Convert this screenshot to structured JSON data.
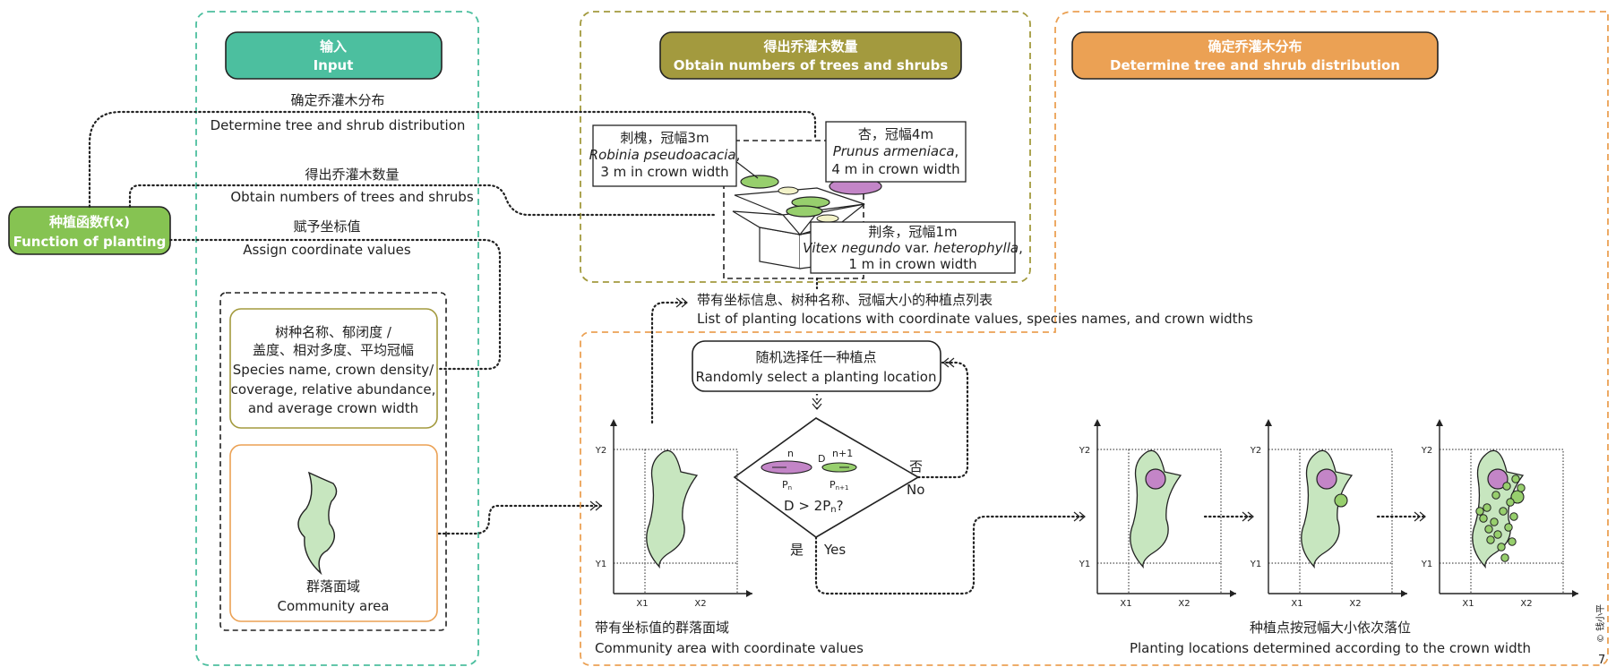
{
  "colors": {
    "input_frame": "#4cbf9f",
    "trees_frame": "#a39a3e",
    "dist_frame": "#eba154",
    "func_green": "#86c352",
    "area_fill": "#c7e6bf",
    "pink": "#c385c7",
    "green_circle": "#97cf6d"
  },
  "input_header": {
    "zh": "输入",
    "en": "Input"
  },
  "trees_header": {
    "zh": "得出乔灌木数量",
    "en": "Obtain numbers of trees and shrubs"
  },
  "dist_header": {
    "zh": "确定乔灌木分布",
    "en": "Determine tree and shrub distribution"
  },
  "function_box": {
    "zh": "种植函数f(x)",
    "en": "Function of planting"
  },
  "arrow_labels": {
    "determine_zh": "确定乔灌木分布",
    "determine_en": "Determine tree and shrub distribution",
    "obtain_zh": "得出乔灌木数量",
    "obtain_en": "Obtain numbers of trees and shrubs",
    "assign_zh": "赋予坐标值",
    "assign_en": "Assign coordinate values"
  },
  "species_box": {
    "lines": [
      "树种名称、郁闭度 /",
      "盖度、相对多度、平均冠幅",
      "Species name, crown density/",
      "coverage, relative abundance,",
      "and average crown width"
    ]
  },
  "community_box": {
    "zh": "群落面域",
    "en": "Community area"
  },
  "species_labels": {
    "robinia": {
      "zh": "刺槐，冠幅3m",
      "latin": "Robinia pseudoacacia",
      "en": "3 m in crown width"
    },
    "prunus": {
      "zh": "杏，冠幅4m",
      "latin": "Prunus armeniaca",
      "en": "4 m in crown width"
    },
    "vitex": {
      "zh": "荆条，冠幅1m",
      "latin": "Vitex negundo",
      "latin_suffix": " var. ",
      "latin2": "heterophylla",
      "en": "1 m in crown width"
    }
  },
  "list_label": {
    "zh": "带有坐标信息、树种名称、冠幅大小的种植点列表",
    "en": "List of planting locations with coordinate values, species names, and crown widths"
  },
  "random_box": {
    "zh": "随机选择任一种植点",
    "en": "Randomly select a planting location"
  },
  "decision": {
    "n": "n",
    "d": "D",
    "n1": "n+1",
    "pn": "P",
    "pn_sub": "n",
    "pn1": "P",
    "pn1_sub": "n+1",
    "cond_main": "D > 2P",
    "cond_sub": "n",
    "cond_end": "?",
    "no_zh": "否",
    "no_en": "No",
    "yes_zh": "是",
    "yes_en": "Yes"
  },
  "axis": {
    "y2": "Y2",
    "y1": "Y1",
    "x1": "X1",
    "x2": "X2"
  },
  "bottom_labels": {
    "left_zh": "带有坐标值的群落面域",
    "left_en": "Community area with coordinate values",
    "right_zh": "种植点按冠幅大小依次落位",
    "right_en": "Planting locations determined according to the crown width"
  },
  "side_text": {
    "copyright": "© 钱小平",
    "number": "7"
  }
}
